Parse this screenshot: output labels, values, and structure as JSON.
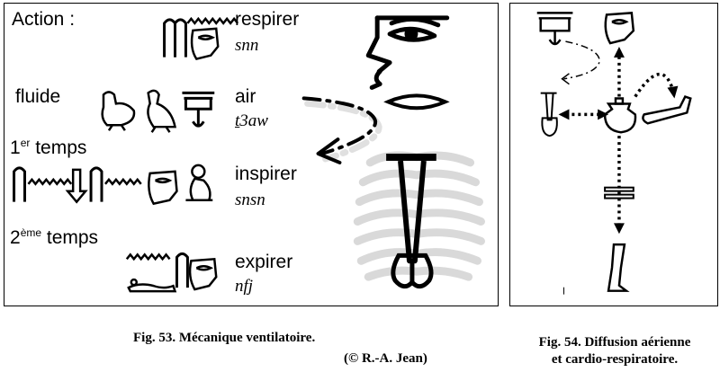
{
  "fig53": {
    "action": "Action :",
    "fluide": "fluide",
    "temps1": {
      "num": "1",
      "sup": "er",
      "word": " temps"
    },
    "temps2": {
      "num": "2",
      "sup": "ème",
      "word": " temps"
    },
    "respirer": "respirer",
    "respirer_tr": "snn",
    "air": "air",
    "air_tr_underlined": "t",
    "air_tr_rest": "3aw",
    "inspirer": "inspirer",
    "inspirer_tr": "snsn",
    "expirer": "expirer",
    "expirer_tr": "nfj",
    "caption": "Fig. 53. Mécanique ventilatoire.",
    "credit": "(© R.-A. Jean)"
  },
  "fig54": {
    "caption_line1": "Fig. 54. Diffusion aérienne",
    "caption_line2": "et cardio-respiratoire."
  },
  "icons": [
    "reed-icon",
    "water-icon",
    "face-icon",
    "nose-icon",
    "duckling-icon",
    "vulture-icon",
    "sail-icon",
    "arrow-icon",
    "heart-icon",
    "arm-icon",
    "leg-icon",
    "man-icon",
    "ribcage-icon",
    "trachea-icon",
    "lung-icon",
    "mouth-icon"
  ]
}
